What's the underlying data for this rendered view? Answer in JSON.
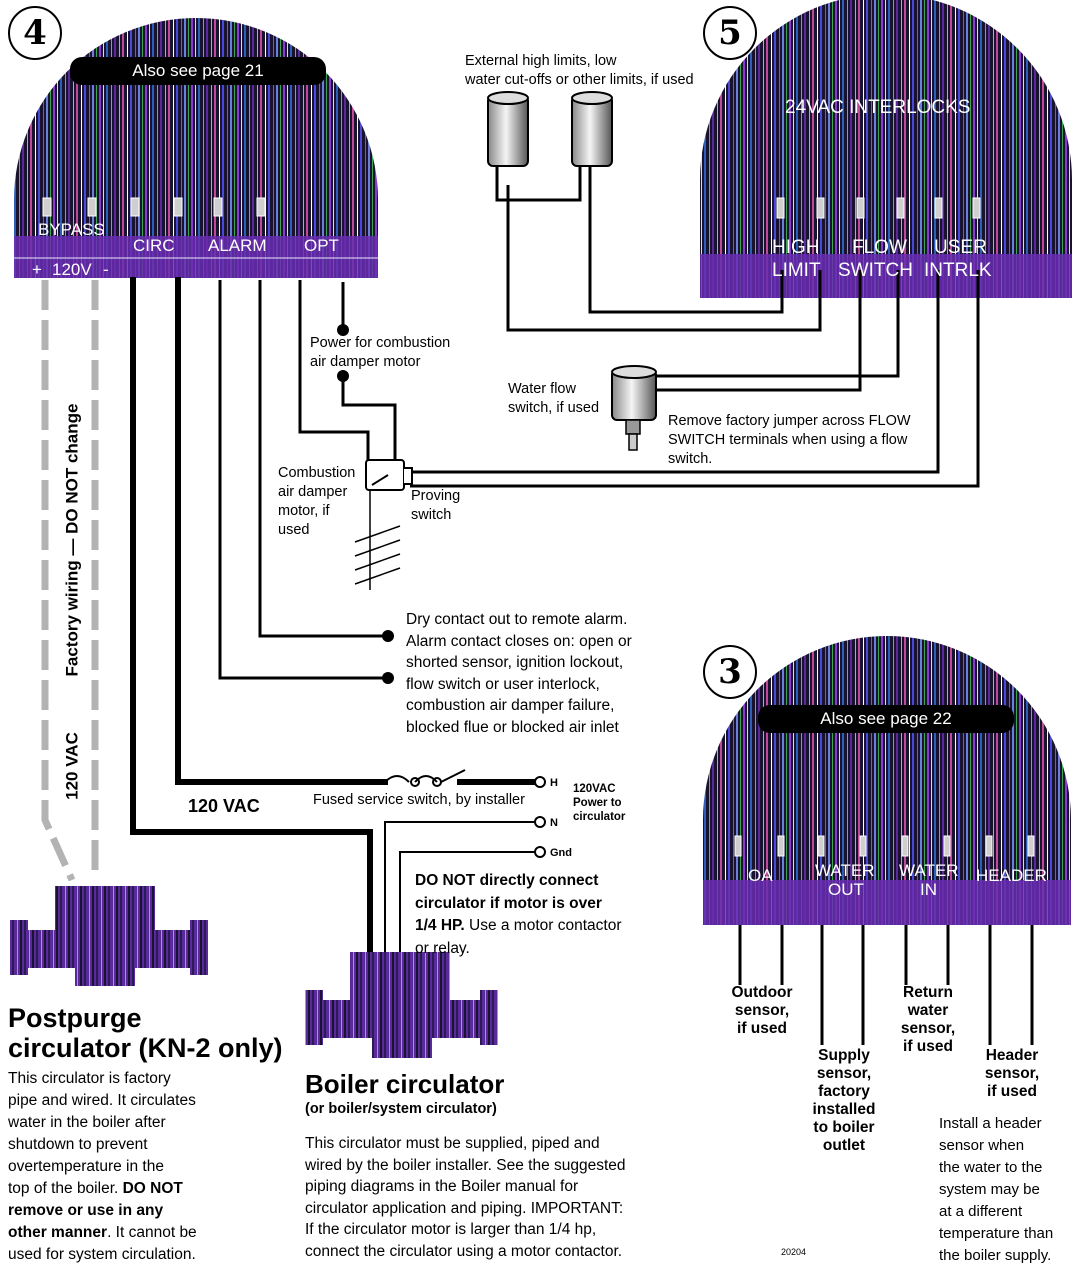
{
  "colors": {
    "wire": "#000000",
    "factory_wire": "#b3b3b3",
    "board_dark": "#1a1330",
    "board_band": "#6a2db0",
    "pump": "#5a2a9a"
  },
  "panel4": {
    "badge": "4",
    "note": "Also see page 21",
    "labels": {
      "bypass": "BYPASS",
      "circ": "CIRC",
      "alarm": "ALARM",
      "opt": "OPT",
      "plus": "+",
      "v120": "120V",
      "minus": "-"
    }
  },
  "panel5": {
    "badge": "5",
    "title": "24VAC INTERLOCKS",
    "labels": {
      "high": "HIGH",
      "limit": "LIMIT",
      "flow": "FLOW",
      "switch": "SWITCH",
      "user": "USER",
      "intrlk": "INTRLK"
    }
  },
  "panel3": {
    "badge": "3",
    "note": "Also see page 22",
    "labels": {
      "oa": "OA",
      "water_out_1": "WATER",
      "water_out_2": "OUT",
      "water_in_1": "WATER",
      "water_in_2": "IN",
      "header": "HEADER"
    }
  },
  "notes": {
    "external_limits": [
      "External high limits, low",
      "water cut-offs or other limits, if used"
    ],
    "combustion_power": [
      "Power for combustion",
      "air damper motor"
    ],
    "water_flow": [
      "Water flow",
      "switch, if used"
    ],
    "remove_jumper": [
      "Remove factory jumper across FLOW",
      "SWITCH terminals when using a flow",
      "switch."
    ],
    "damper_motor": [
      "Combustion",
      "air damper",
      "motor, if",
      "used"
    ],
    "proving": [
      "Proving",
      "switch"
    ],
    "dry_contact": [
      "Dry contact out to remote alarm.",
      "Alarm contact closes on: open or",
      "shorted sensor, ignition lockout,",
      "flow switch or user interlock,",
      "combustion air damper failure,",
      "blocked flue or blocked air inlet"
    ],
    "factory_wiring": "Factory wiring — DO NOT change",
    "vac_left": "120 VAC",
    "vac_mid": "120 VAC",
    "fused_switch": "Fused service switch, by installer",
    "term_h": "H",
    "term_n": "N",
    "term_gnd": "Gnd",
    "power_to_circ": [
      "120VAC",
      "Power to",
      "circulator"
    ],
    "do_not_connect": [
      "DO NOT directly connect",
      "circulator if motor is over",
      "1/4 HP."
    ],
    "do_not_connect_tail": [
      " Use a motor contactor",
      "or relay."
    ]
  },
  "postpurge": {
    "title": [
      "Postpurge",
      "circulator (KN-2 only)"
    ],
    "body": [
      "This circulator is factory",
      "pipe and wired. It circulates",
      "water in the boiler after",
      "shutdown to prevent",
      "overtemperature in the",
      "top of the boiler. "
    ],
    "bold_1": "DO NOT",
    "bold_2": "remove or use in any",
    "bold_3": "other manner",
    "tail_3": ". It cannot be",
    "last": "used for system circulation."
  },
  "boiler": {
    "title": "Boiler circulator",
    "subtitle": "(or boiler/system circulator)",
    "body": [
      "This circulator must be supplied, piped and",
      "wired by the boiler installer. See the suggested",
      "piping diagrams in the Boiler manual for",
      "circulator application and piping. IMPORTANT:",
      "If the circulator motor is larger than 1/4 hp,",
      "connect the circulator using a motor contactor."
    ]
  },
  "sensors": {
    "outdoor": [
      "Outdoor",
      "sensor,",
      "if used"
    ],
    "supply": [
      "Supply",
      "sensor,",
      "factory",
      "installed",
      "to boiler",
      "outlet"
    ],
    "return": [
      "Return",
      "water",
      "sensor,",
      "if used"
    ],
    "header": [
      "Header",
      "sensor,",
      "if used"
    ],
    "header_note": [
      "Install a header",
      "sensor when",
      "the water to the",
      "system may be",
      "at a different",
      "temperature than",
      "the boiler supply."
    ]
  },
  "footer": {
    "code": "20204"
  }
}
